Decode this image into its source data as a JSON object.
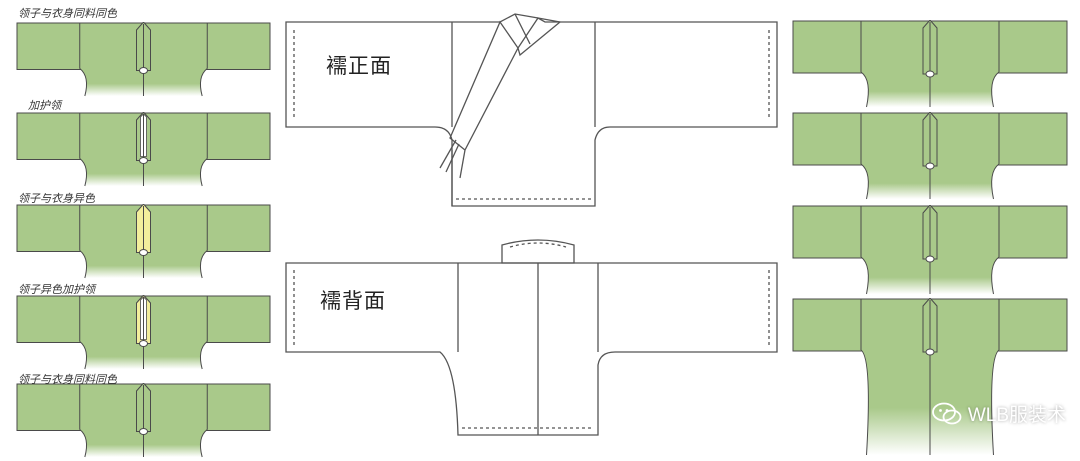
{
  "colors": {
    "fabric": "#a9c98a",
    "fabric_dark": "#7fa566",
    "outline": "#4a4a4a",
    "contrast_collar": "#f3ee9c",
    "guard_collar": "#ffffff",
    "sketch_line": "#555555"
  },
  "left_variants": [
    {
      "label": "领子与衣身同料同色",
      "collar": "same"
    },
    {
      "label": "加护领",
      "collar": "guard"
    },
    {
      "label": "领子与衣身异色",
      "collar": "contrast"
    },
    {
      "label": "领子异色加护领",
      "collar": "contrast-guard"
    },
    {
      "label": "领子与衣身同料同色",
      "collar": "same"
    }
  ],
  "center_views": {
    "front_title": "襦正面",
    "back_title": "襦背面"
  },
  "right_variants": [
    {
      "collar": "same"
    },
    {
      "collar": "same"
    },
    {
      "collar": "same"
    },
    {
      "collar": "same"
    }
  ],
  "watermark": {
    "text": "WLB服装术",
    "icon": "wechat-icon"
  }
}
